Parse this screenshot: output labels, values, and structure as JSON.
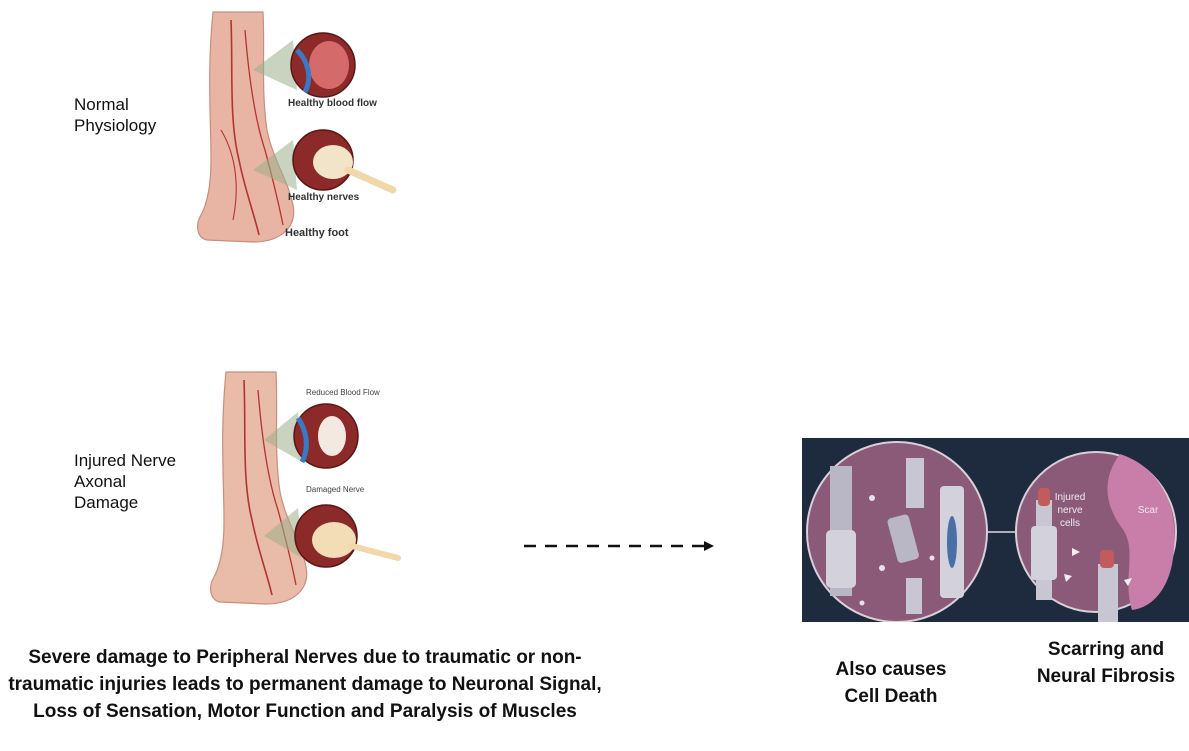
{
  "labels": {
    "normal": "Normal\nPhysiology",
    "injured": "Injured Nerve\nAxonal\nDamage"
  },
  "healthy_illustration": {
    "blood_flow_label": "Healthy blood flow",
    "nerves_label": "Healthy nerves",
    "foot_label": "Healthy foot"
  },
  "injured_illustration": {
    "blood_flow_label": "Reduced Blood Flow",
    "nerve_label": "Damaged Nerve"
  },
  "micro_illustration": {
    "injured_cells_label": "Injured\nnerve\ncells",
    "scar_label": "Scar"
  },
  "captions": {
    "main": "Severe damage to Peripheral Nerves due to traumatic or non-traumatic injuries leads to permanent damage to Neuronal Signal, Loss of Sensation, Motor Function and Paralysis of Muscles",
    "cell_death": "Also causes Cell Death",
    "fibrosis": "Scarring and Neural Fibrosis"
  },
  "colors": {
    "skin": "#e9b8a8",
    "vein": "#b5322e",
    "tissue_bg": "#1e2a3d",
    "tissue_purple": "#8a5a78",
    "scar_pink": "#c87ea8"
  }
}
